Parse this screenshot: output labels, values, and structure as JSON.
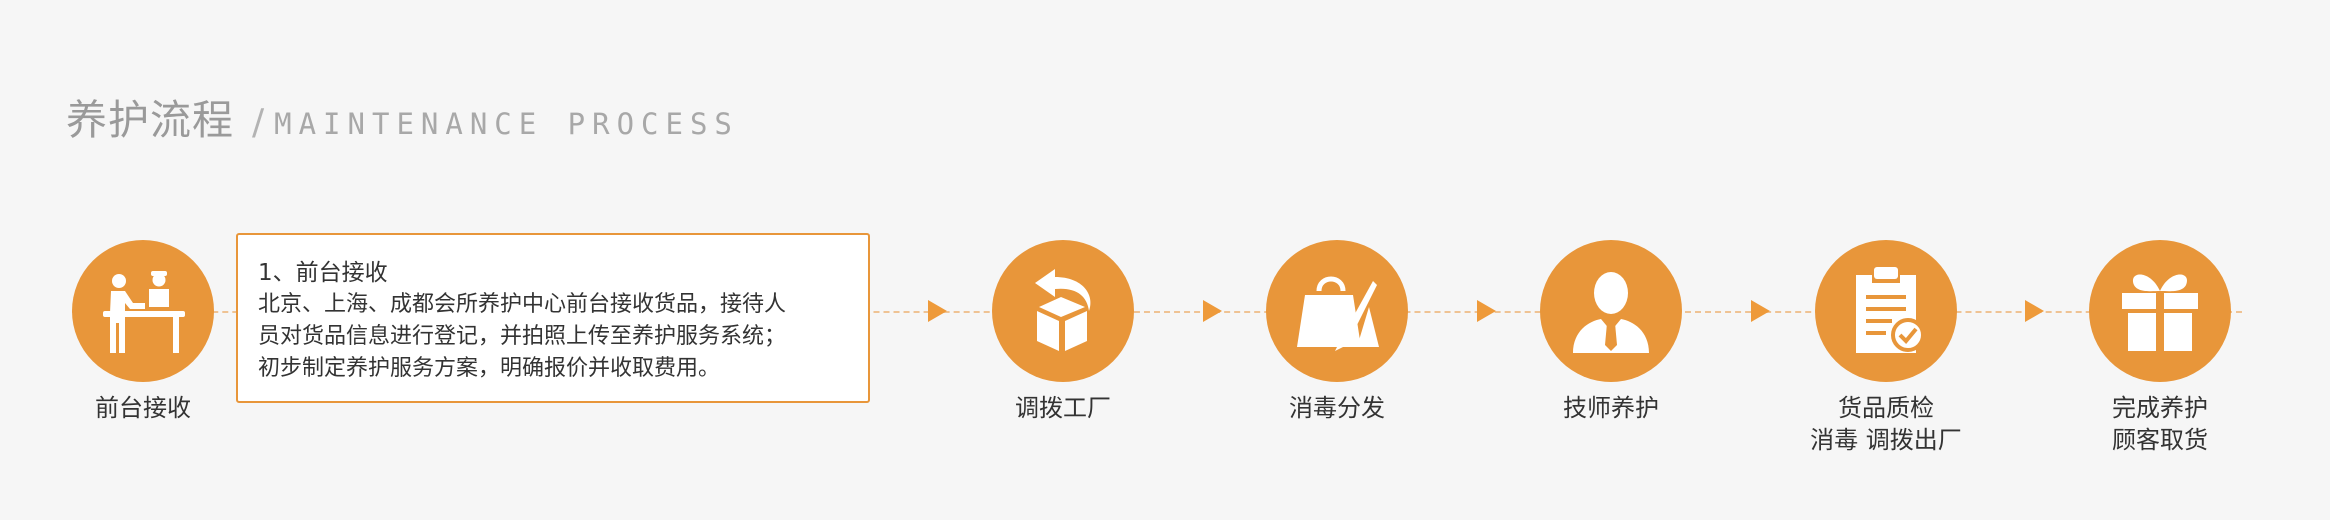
{
  "header": {
    "title_zh": "养护流程",
    "separator": "/",
    "title_en": "MAINTENANCE PROCESS"
  },
  "steps": [
    {
      "icon": "reception-desk-icon",
      "label": "前台接收",
      "label2": ""
    },
    {
      "icon": "box-return-icon",
      "label": "调拨工厂",
      "label2": ""
    },
    {
      "icon": "bag-brush-icon",
      "label": "消毒分发",
      "label2": ""
    },
    {
      "icon": "technician-icon",
      "label": "技师养护",
      "label2": ""
    },
    {
      "icon": "clipboard-check-icon",
      "label": "货品质检",
      "label2": "消毒 调拨出厂"
    },
    {
      "icon": "gift-icon",
      "label": "完成养护",
      "label2": "顾客取货"
    }
  ],
  "detail": {
    "title": "1、前台接收",
    "lines": [
      "北京、上海、成都会所养护中心前台接收货品，接待人",
      "员对货品信息进行登记，并拍照上传至养护服务系统；",
      "初步制定养护服务方案，明确报价并收取费用。"
    ]
  },
  "colors": {
    "accent": "#e8963a",
    "arrow": "#ee9a3a",
    "background": "#f6f6f6",
    "dash": "#efc394"
  }
}
